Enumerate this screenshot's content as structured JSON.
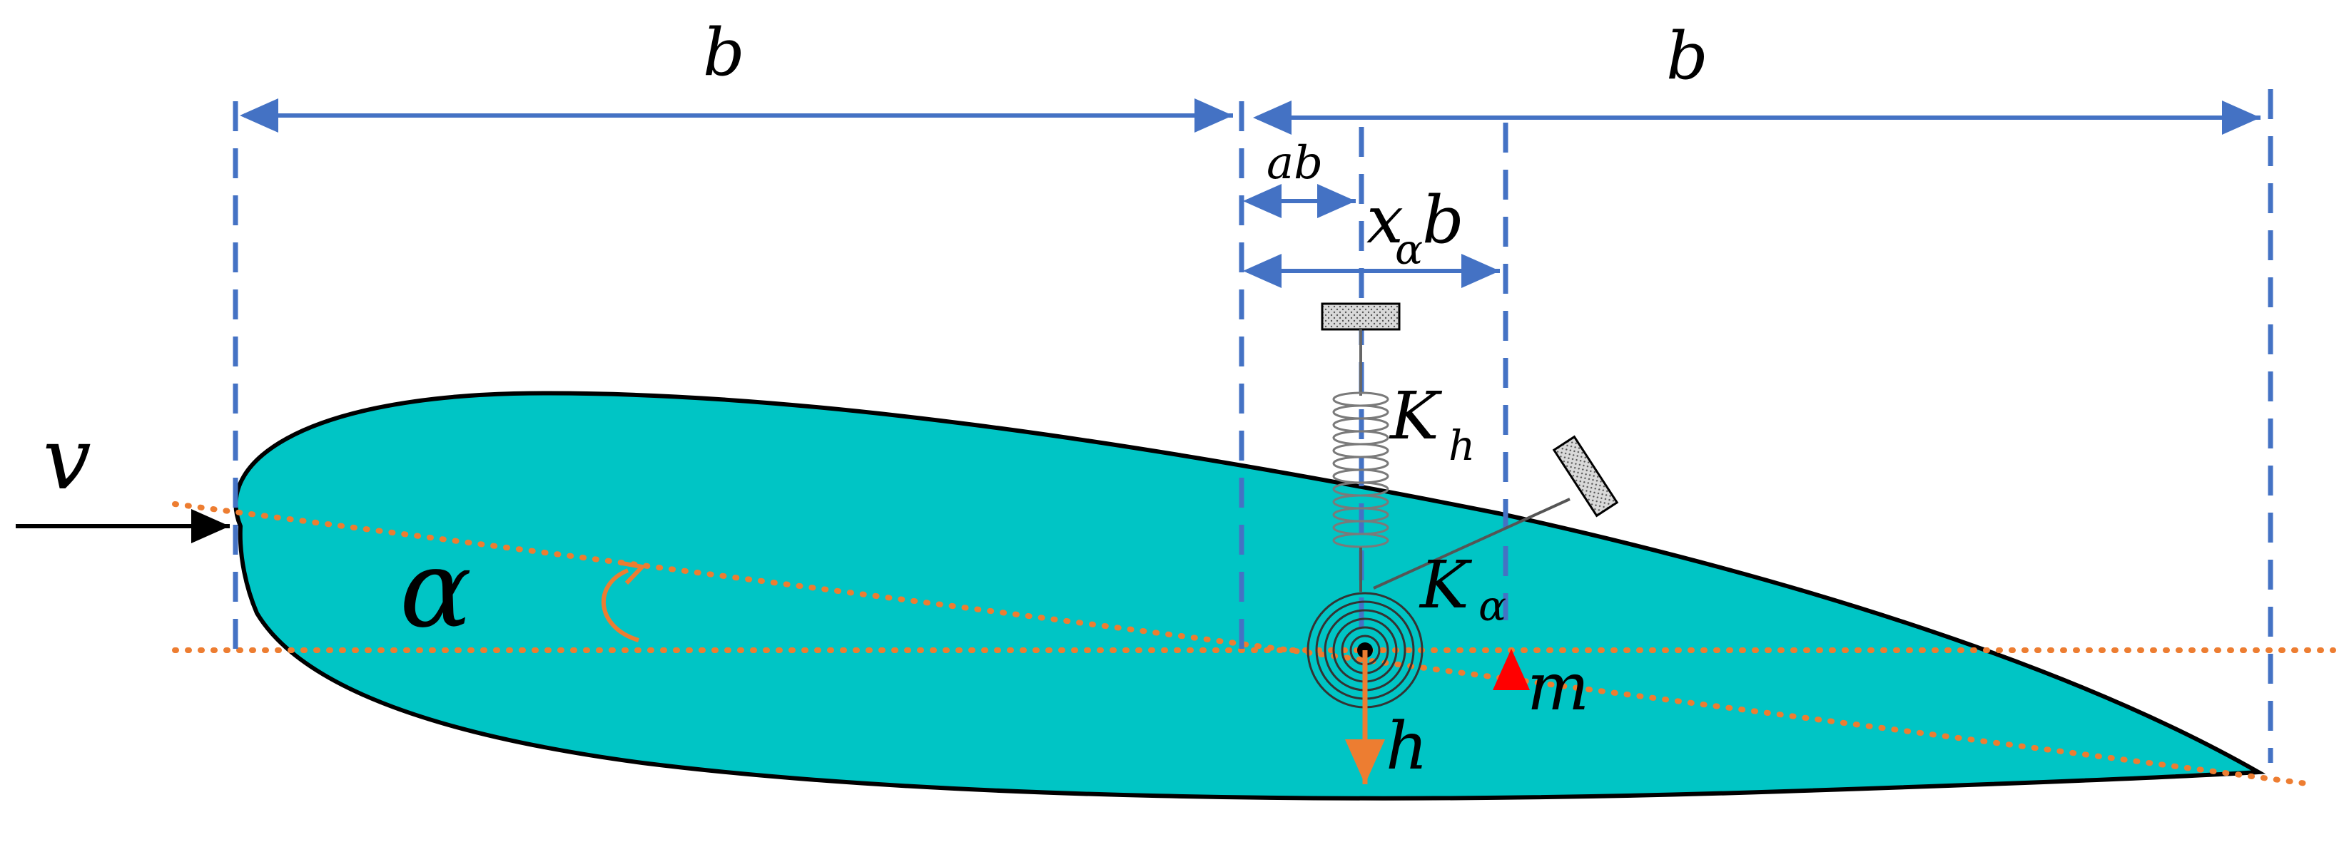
{
  "labels": {
    "chord_left": "b",
    "chord_right": "b",
    "elastic_axis_offset": "ab",
    "cg_offset_x": "x",
    "cg_offset_sub": "α",
    "cg_offset_b": "b",
    "velocity": "v",
    "pitch_angle": "α",
    "heave_spring_K": "K",
    "heave_spring_sub": "h",
    "pitch_spring_K": "K",
    "pitch_spring_sub": "α",
    "mass": "m",
    "plunge": "h"
  },
  "colors": {
    "airfoil_fill": "#00C5C5",
    "dimension_lines": "#4472C4",
    "chord_lines": "#ED7D31",
    "mass_marker": "#FF0000",
    "outline": "#000000"
  }
}
